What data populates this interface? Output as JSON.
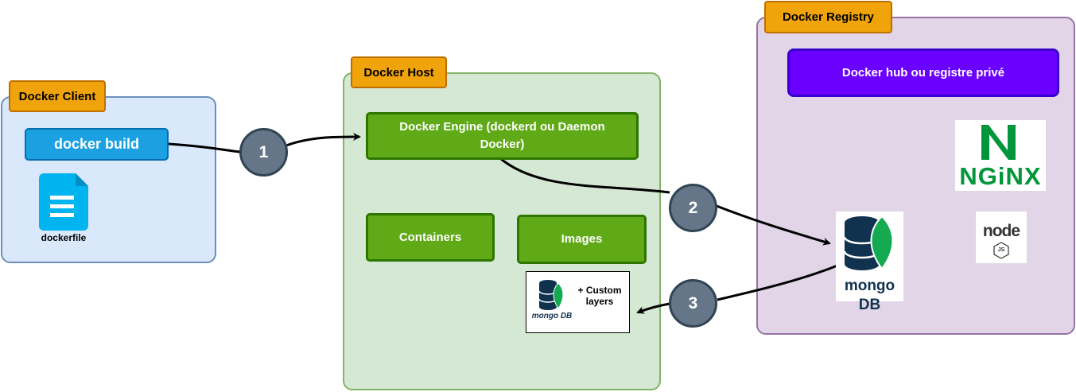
{
  "client": {
    "title": "Docker Client",
    "command_label": "docker build",
    "file_label": "dockerfile"
  },
  "host": {
    "title": "Docker Host",
    "engine_label": "Docker Engine (dockerd ou Daemon Docker)",
    "containers_label": "Containers",
    "images_label": "Images",
    "custom_layers_label": "+ Custom layers",
    "mongo_small_label": "mongo DB"
  },
  "registry": {
    "title": "Docker Registry",
    "hub_label": "Docker hub ou registre privé",
    "nginx_label": "NGiNX",
    "node_label": "node",
    "node_badge": "JS",
    "mongo_label": "mongo DB"
  },
  "steps": [
    "1",
    "2",
    "3"
  ],
  "colors": {
    "client_fill": "#dae8fc",
    "host_fill": "#d5e8d4",
    "registry_fill": "#e1d5e7",
    "tag_fill": "#f0a30a",
    "engine_green": "#60a917",
    "hub_purple": "#6a00ff",
    "step_gray": "#647687",
    "nginx_green": "#009639",
    "mongo_green": "#13aa52",
    "mongo_navy": "#10324f"
  }
}
